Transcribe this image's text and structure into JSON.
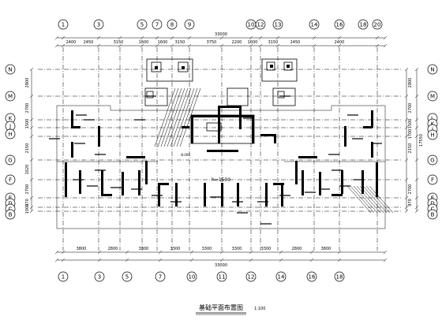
{
  "drawing": {
    "title": "基础平面布置图",
    "scale": "1:100",
    "depth_label": "h=1500",
    "elevation_label": "-8.000"
  },
  "top_axes": [
    "1",
    "3",
    "5",
    "7",
    "8",
    "9",
    "10",
    "12",
    "13",
    "14",
    "16",
    "18",
    "20"
  ],
  "bottom_axes": [
    "1",
    "3",
    "5",
    "7",
    "10",
    "11",
    "12",
    "14",
    "16",
    "18"
  ],
  "left_axes": [
    "N",
    "M",
    "K",
    "J",
    "H",
    "G",
    "F",
    "E",
    "D",
    "C",
    "B"
  ],
  "right_axes": [
    "N",
    "M",
    "L",
    "K",
    "J",
    "H",
    "G",
    "F",
    "E",
    "D",
    "C",
    "B"
  ],
  "top_dims": [
    "2400",
    "2450",
    "3150",
    "1600",
    "1600",
    "3150",
    "3750",
    "2200",
    "1600",
    "3150",
    "2450",
    "2400"
  ],
  "top_total": "33000",
  "bottom_dims": [
    "3800",
    "2800",
    "3300",
    "3300",
    "3300",
    "3300",
    "3300",
    "2800",
    "3800"
  ],
  "bottom_total": "33000",
  "left_dims": [
    "2800",
    "2700",
    "1500",
    "2150",
    "1620",
    "2700",
    "970",
    "1000"
  ],
  "right_dims": [
    "2800",
    "2700",
    "1500",
    "1700",
    "2150",
    "2700",
    "970"
  ],
  "right_total": "17550"
}
